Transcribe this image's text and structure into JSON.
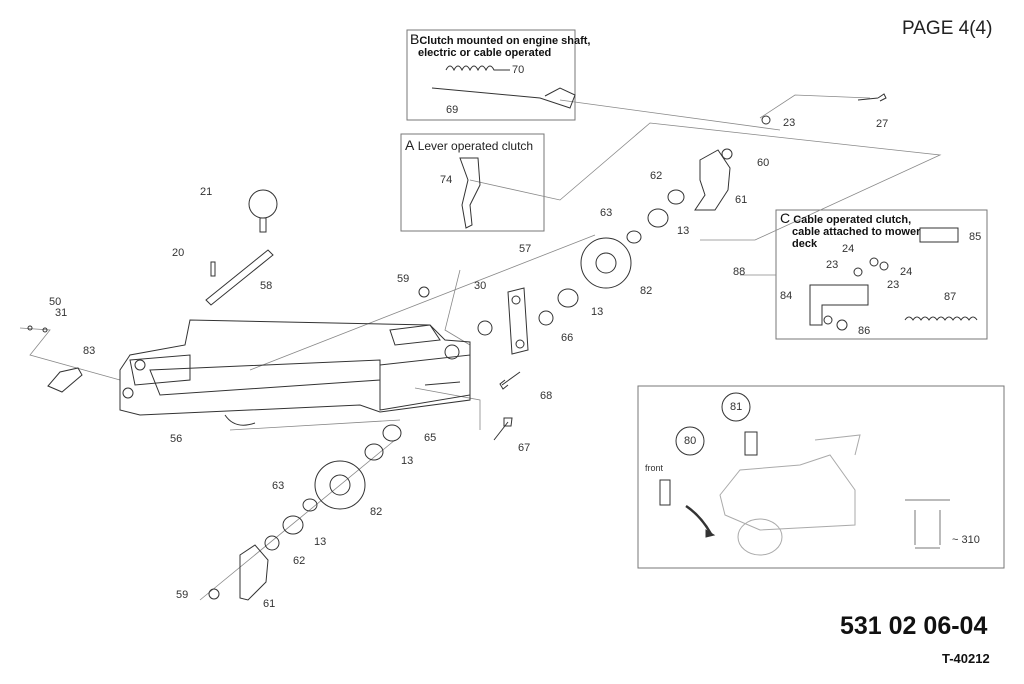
{
  "header": {
    "page_label": "PAGE 4(4)"
  },
  "footer": {
    "part_number": "531 02 06-04",
    "reference_code": "T-40212"
  },
  "insets": {
    "b": {
      "letter": "B",
      "line1": "Clutch mounted on engine shaft,",
      "line2": "electric or cable operated"
    },
    "a": {
      "letter": "A",
      "title": "Lever operated clutch"
    },
    "c": {
      "letter": "C",
      "line1": "Cable operated clutch,",
      "line2": "cable attached to mower",
      "line3": "deck"
    },
    "install": {
      "front_label": "front",
      "dimension_label": "~ 310"
    }
  },
  "callouts": {
    "c70": "70",
    "c69": "69",
    "c23a": "23",
    "c27": "27",
    "c74": "74",
    "c60": "60",
    "c62a": "62",
    "c61a": "61",
    "c63a": "63",
    "c13a": "13",
    "c21": "21",
    "c57": "57",
    "c82a": "82",
    "c20": "20",
    "c59a": "59",
    "c30": "30",
    "c13b": "13",
    "c58": "58",
    "c50": "50",
    "c31": "31",
    "c66": "66",
    "c83": "83",
    "c68": "68",
    "c56": "56",
    "c65": "65",
    "c67": "67",
    "c13c": "13",
    "c63b": "63",
    "c82b": "82",
    "c13d": "13",
    "c62b": "62",
    "c59b": "59",
    "c61b": "61",
    "c88": "88",
    "c85": "85",
    "c24a": "24",
    "c23b": "23",
    "c24b": "24",
    "c23c": "23",
    "c84": "84",
    "c87": "87",
    "c86": "86",
    "c81": "81",
    "c80": "80"
  }
}
